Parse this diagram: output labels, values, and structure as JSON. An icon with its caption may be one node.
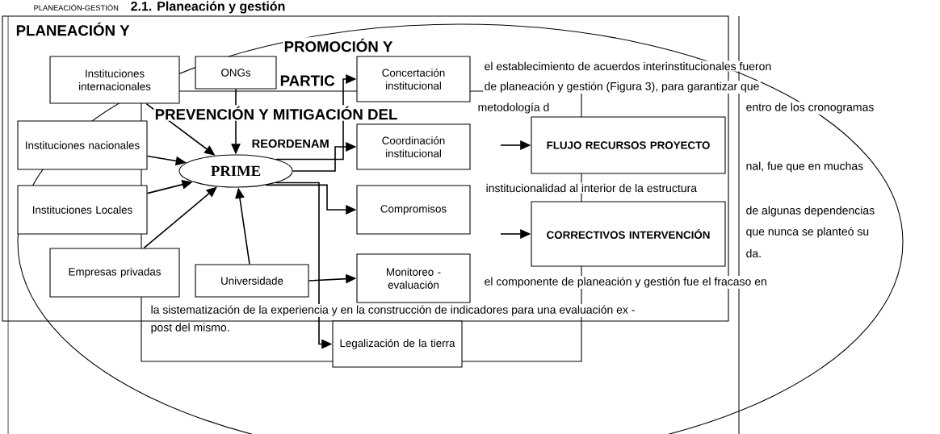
{
  "diagram": {
    "title": "2.1. Planeación y gestión",
    "nodes": [
      {
        "text": [
          "Instituciones internacionales"
        ]
      },
      {
        "text": [
          "ONGs"
        ]
      },
      {
        "text": [
          "Instituciones nacionales"
        ]
      },
      {
        "text": [
          "Instituciones Locales"
        ]
      },
      {
        "text": [
          "Empresas privadas"
        ]
      },
      {
        "text": [
          "Universidade"
        ]
      },
      {
        "text": [
          "PRIME"
        ]
      },
      {
        "text": [
          "Concertación institucional"
        ]
      },
      {
        "text": [
          "Coordinación institucional"
        ]
      },
      {
        "text": [
          "Compromisos"
        ]
      },
      {
        "text": [
          "Monitoreo - evaluación"
        ]
      },
      {
        "text": [
          "Legalización de la tierra"
        ]
      },
      {
        "text": [
          "FLUJO RECURSOS PROYECTO"
        ]
      },
      {
        "text": [
          "CORRECTIVOS INTERVENCIÓN"
        ]
      }
    ],
    "edges": [
      {
        "from": 0,
        "to": 6,
        "arrow": "to"
      },
      {
        "from": 1,
        "to": 6,
        "arrow": "to"
      },
      {
        "from": 2,
        "to": 6,
        "arrow": "to"
      },
      {
        "from": 3,
        "to": 6,
        "arrow": "to"
      },
      {
        "from": 4,
        "to": 6,
        "arrow": "to"
      },
      {
        "from": 5,
        "to": 6,
        "arrow": "to"
      },
      {
        "from": 6,
        "to": 7,
        "arrow": "to"
      },
      {
        "from": 6,
        "to": 8,
        "arrow": "to"
      },
      {
        "from": 6,
        "to": 9,
        "arrow": "to"
      },
      {
        "from": 5,
        "to": 10,
        "arrow": "to"
      },
      {
        "from": 6,
        "to": 11,
        "arrow": "to"
      },
      {
        "from": null,
        "to": 12,
        "arrow": "to"
      },
      {
        "from": null,
        "to": 13,
        "arrow": "to"
      }
    ],
    "labels": [
      "PLANEACIÓN-GESTIÓN",
      "PLANEACIÓN Y",
      "PROMOCIÓN Y",
      "PARTIC",
      "el establecimiento de acuerdos interinstitucionales fueron",
      "de planeación y gestión (Figura 3), para garantizar que",
      "PREVENCIÓN Y MITIGACIÓN DEL",
      "entro de los cronogramas",
      "metodología d",
      "REORDENAM",
      "nal, fue que en muchas",
      "institucionalidad al interior de la estructura",
      "de algunas dependencias",
      "que nunca se planteó su",
      "da.",
      "el componente de planeación y gestión fue el fracaso en",
      "la sistematización de la experiencia y en la construcción de indicadores para una evaluación ex -",
      "post del mismo."
    ]
  }
}
